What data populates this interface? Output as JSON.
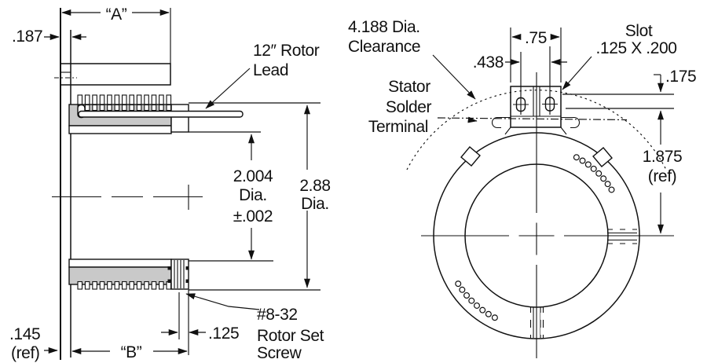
{
  "drawing": {
    "left_view": {
      "dim_a": "“A”",
      "dim_187": ".187",
      "rotor_lead_line1": "12″ Rotor",
      "rotor_lead_line2": "Lead",
      "bore_dia_line1": "2.004",
      "bore_dia_line2": "Dia.",
      "bore_dia_line3": "±.002",
      "od_dia_line1": "2.88",
      "od_dia_line2": "Dia.",
      "ref_145_line1": ".145",
      "ref_145_line2": "(ref)",
      "dim_b": "“B”",
      "dim_125": ".125",
      "set_screw_line1": "#8-32",
      "set_screw_line2": "Rotor Set",
      "set_screw_line3": "Screw"
    },
    "front_view": {
      "clearance_line1": "4.188 Dia.",
      "clearance_line2": "Clearance",
      "stator_line1": "Stator",
      "stator_line2": "Solder",
      "stator_line3": "Terminal",
      "dim_75": ".75",
      "dim_438": ".438",
      "slot_line1": "Slot",
      "slot_line2": ".125 X .200",
      "dim_175": ".175",
      "ref_1875_line1": "1.875",
      "ref_1875_line2": "(ref)"
    },
    "colors": {
      "line": "#111111",
      "fill_gray": "#c9c9c9",
      "background": "#ffffff"
    }
  }
}
